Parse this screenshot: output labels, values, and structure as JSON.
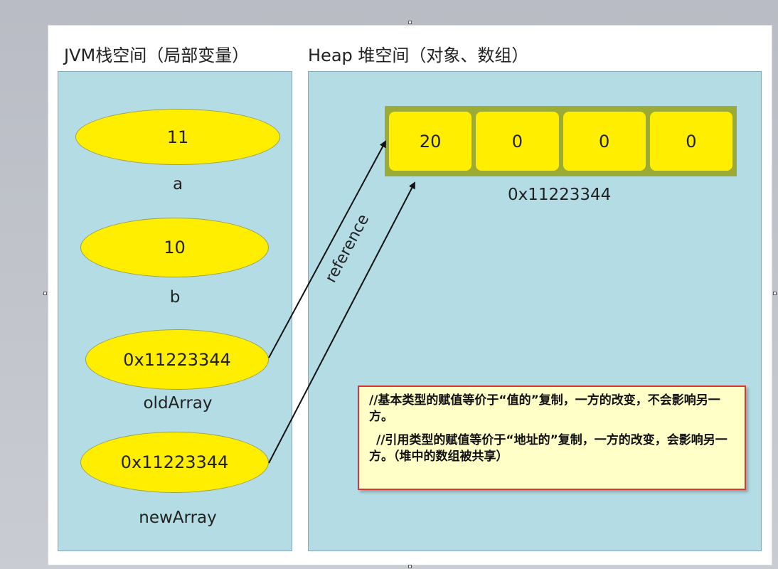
{
  "stack": {
    "title": "JVM栈空间（局部变量）",
    "vars": [
      {
        "value": "11",
        "name": "a"
      },
      {
        "value": "10",
        "name": "b"
      },
      {
        "value": "0x11223344",
        "name": "oldArray"
      },
      {
        "value": "0x11223344",
        "name": "newArray"
      }
    ]
  },
  "heap": {
    "title": "Heap 堆空间（对象、数组）",
    "array": {
      "values": [
        "20",
        "0",
        "0",
        "0"
      ],
      "address": "0x11223344"
    }
  },
  "arrow_label": "reference",
  "note": {
    "line1": "//基本类型的赋值等价于“值的”复制，一方的改变，不会影响另一方。",
    "line2": "//引用类型的赋值等价于“地址的”复制，一方的改变，会影响另一方。（堆中的数组被共享）"
  },
  "colors": {
    "panel": "#b4dce4",
    "ellipse": "#ffee00",
    "array_frame": "#9bab35",
    "note_border": "#d23a3a"
  }
}
